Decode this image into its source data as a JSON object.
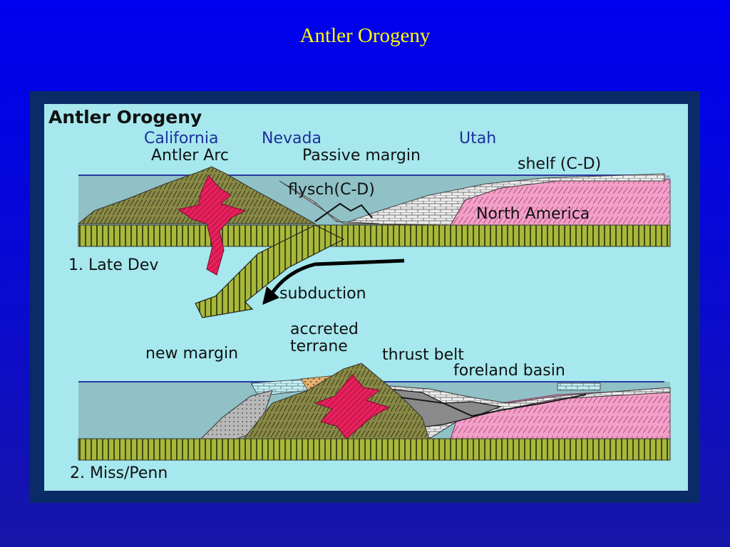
{
  "slide": {
    "title": "Antler Orogeny"
  },
  "diagram": {
    "heading": "Antler Orogeny",
    "states": {
      "california": "California",
      "nevada": "Nevada",
      "utah": "Utah"
    },
    "stage1": {
      "label": "1. Late Dev",
      "antler_arc": "Antler Arc",
      "passive_margin": "Passive margin",
      "shelf": "shelf (C-D)",
      "flysch": "flysch(C-D)",
      "north_america": "North America",
      "subduction": "subduction"
    },
    "stage2": {
      "label": "2. Miss/Penn",
      "accreted_terrane_line1": "accreted",
      "accreted_terrane_line2": "terrane",
      "new_margin": "new margin",
      "thrust_belt": "thrust belt",
      "foreland_basin": "foreland basin"
    },
    "colors": {
      "ocean": "#8fc1c6",
      "arc_rock": "#8a8a48",
      "magma": "#e8205e",
      "craton": "#f2a0c8",
      "crust_band": "#a8b83c",
      "flysch": "#a0a0a0",
      "shelf": "#e8e8e8",
      "accreted_terrane": "#e0a860"
    }
  }
}
